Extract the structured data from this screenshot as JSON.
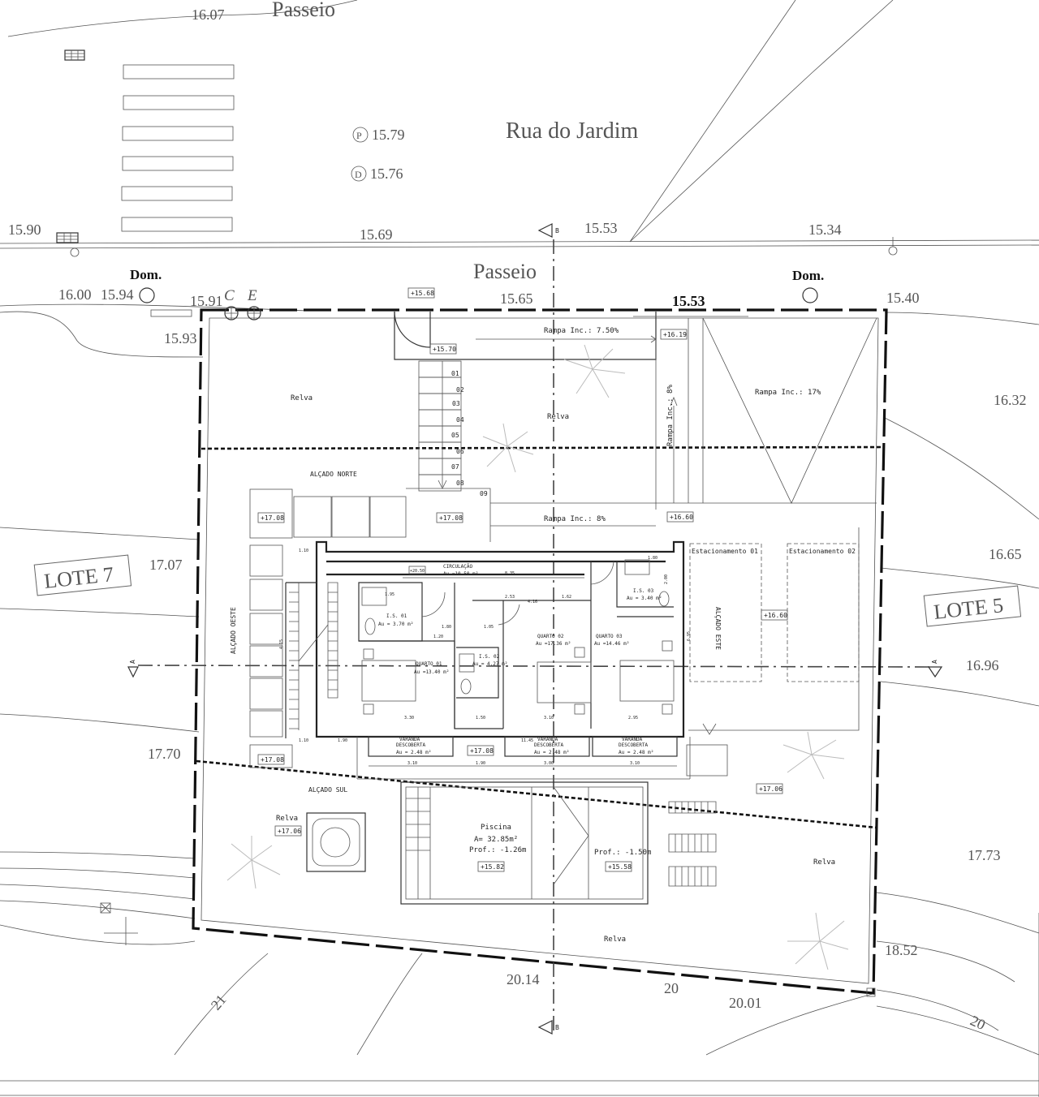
{
  "streets": {
    "street_name": "Rua do Jardim",
    "sidewalk_top": "Passeio",
    "sidewalk_mid": "Passeio"
  },
  "lots": {
    "left": "LOTE 7",
    "right": "LOTE 5"
  },
  "elevations": {
    "e1": "16.07",
    "e2": "15.90",
    "e3": "15.69",
    "e4": "15.53",
    "e5": "15.34",
    "e6": "16.00",
    "e7": "15.94",
    "e8": "15.91",
    "e9": "15.93",
    "e10": "15.65",
    "e11": "15.53",
    "e12": "15.40",
    "e13": "16.32",
    "e14": "16.65",
    "e15": "16.96",
    "e16": "17.07",
    "e17": "17.70",
    "e18": "17.73",
    "e19": "18.52",
    "e20": "20.14",
    "e21": "20",
    "e22": "20.01",
    "e23": "21",
    "e24": "20"
  },
  "markers": {
    "p_label": "P",
    "p_value": "15.79",
    "d_label": "D",
    "d_value": "15.76",
    "dom_left": "Dom.",
    "dom_right": "Dom.",
    "c": "C",
    "e": "E",
    "section_a_left": "A",
    "section_a_right": "A",
    "section_b_top": "B",
    "section_b_bottom": "B"
  },
  "spot_levels": {
    "l1": "+15.68",
    "l2": "+15.70",
    "l3": "+16.19",
    "l4": "+17.08",
    "l5": "+17.08",
    "l6": "+16.60",
    "l7": "+16.60",
    "l8": "+17.08",
    "l9": "+17.08",
    "l10": "+17.06",
    "l11": "+17.06",
    "l12": "+15.82",
    "l13": "+15.58",
    "l14": "+20.50"
  },
  "labels": {
    "relva1": "Relva",
    "relva2": "Relva",
    "relva3": "Relva",
    "relva4": "Relva",
    "relva5": "Relva",
    "rampa1": "Rampa Inc.: 7.50%",
    "rampa2": "Rampa Inc.: 17%",
    "rampa3": "Rampa Inc.: 8%",
    "rampa4": "Rampa Inc.: 8%",
    "alcado_norte": "ALÇADO NORTE",
    "alcado_oeste": "ALÇADO OESTE",
    "alcado_este": "ALÇADO ESTE",
    "alcado_sul": "ALÇADO SUL",
    "estac1": "Estacionamento 01",
    "estac2": "Estacionamento 02",
    "circ_title": "CIRCULAÇÃO",
    "circ_area": "Au =10.50 m²",
    "is1_title": "I.S. 01",
    "is1_area": "Au = 3.70 m²",
    "is2_title": "I.S. 02",
    "is2_area": "Au = 4.27 m²",
    "is3_title": "I.S. 03",
    "is3_area": "Au = 3.40 m²",
    "q1_title": "QUARTO 01",
    "q1_area": "Au =13.40 m²",
    "q2_title": "QUARTO 02",
    "q2_area": "Au =17.36 m²",
    "q3_title": "QUARTO 03",
    "q3_area": "Au =14.46 m²",
    "v1_title": "VARANDA",
    "v1_sub": "DESCOBERTA",
    "v1_area": "Au = 2.48 m²",
    "v2_title": "VARANDA",
    "v2_sub": "DESCOBERTA",
    "v2_area": "Au = 2.48 m²",
    "v3_title": "VARANDA",
    "v3_sub": "DESCOBERTA",
    "v3_area": "Au = 2.48 m²",
    "piscina": "Piscina",
    "piscina_area": "A= 32.85m²",
    "piscina_prof1": "Prof.: -1.26m",
    "piscina_prof2": "Prof.: -1.50m"
  },
  "stairs": {
    "s01": "01",
    "s02": "02",
    "s03": "03",
    "s04": "04",
    "s05": "05",
    "s06": "06",
    "s07": "07",
    "s08": "08",
    "s09": "09"
  },
  "dims": {
    "d1": "1.95",
    "d2": "1.80",
    "d3": "1.20",
    "d4": "1.05",
    "d5": "2.53",
    "d6": "4.16",
    "d7": "1.62",
    "d8": "3.30",
    "d9": "1.50",
    "d10": "3.10",
    "d11": "2.95",
    "d12": "1.90",
    "d13": "3.10",
    "d14": "1.90",
    "d15": "3.00",
    "d16": "3.10",
    "d17": "11.45",
    "d18": "1.10",
    "d19": "1.10",
    "d20": "1.80",
    "d21": "8.35",
    "d22": "2.00",
    "d23": "6.95",
    "d24": "4.15"
  }
}
